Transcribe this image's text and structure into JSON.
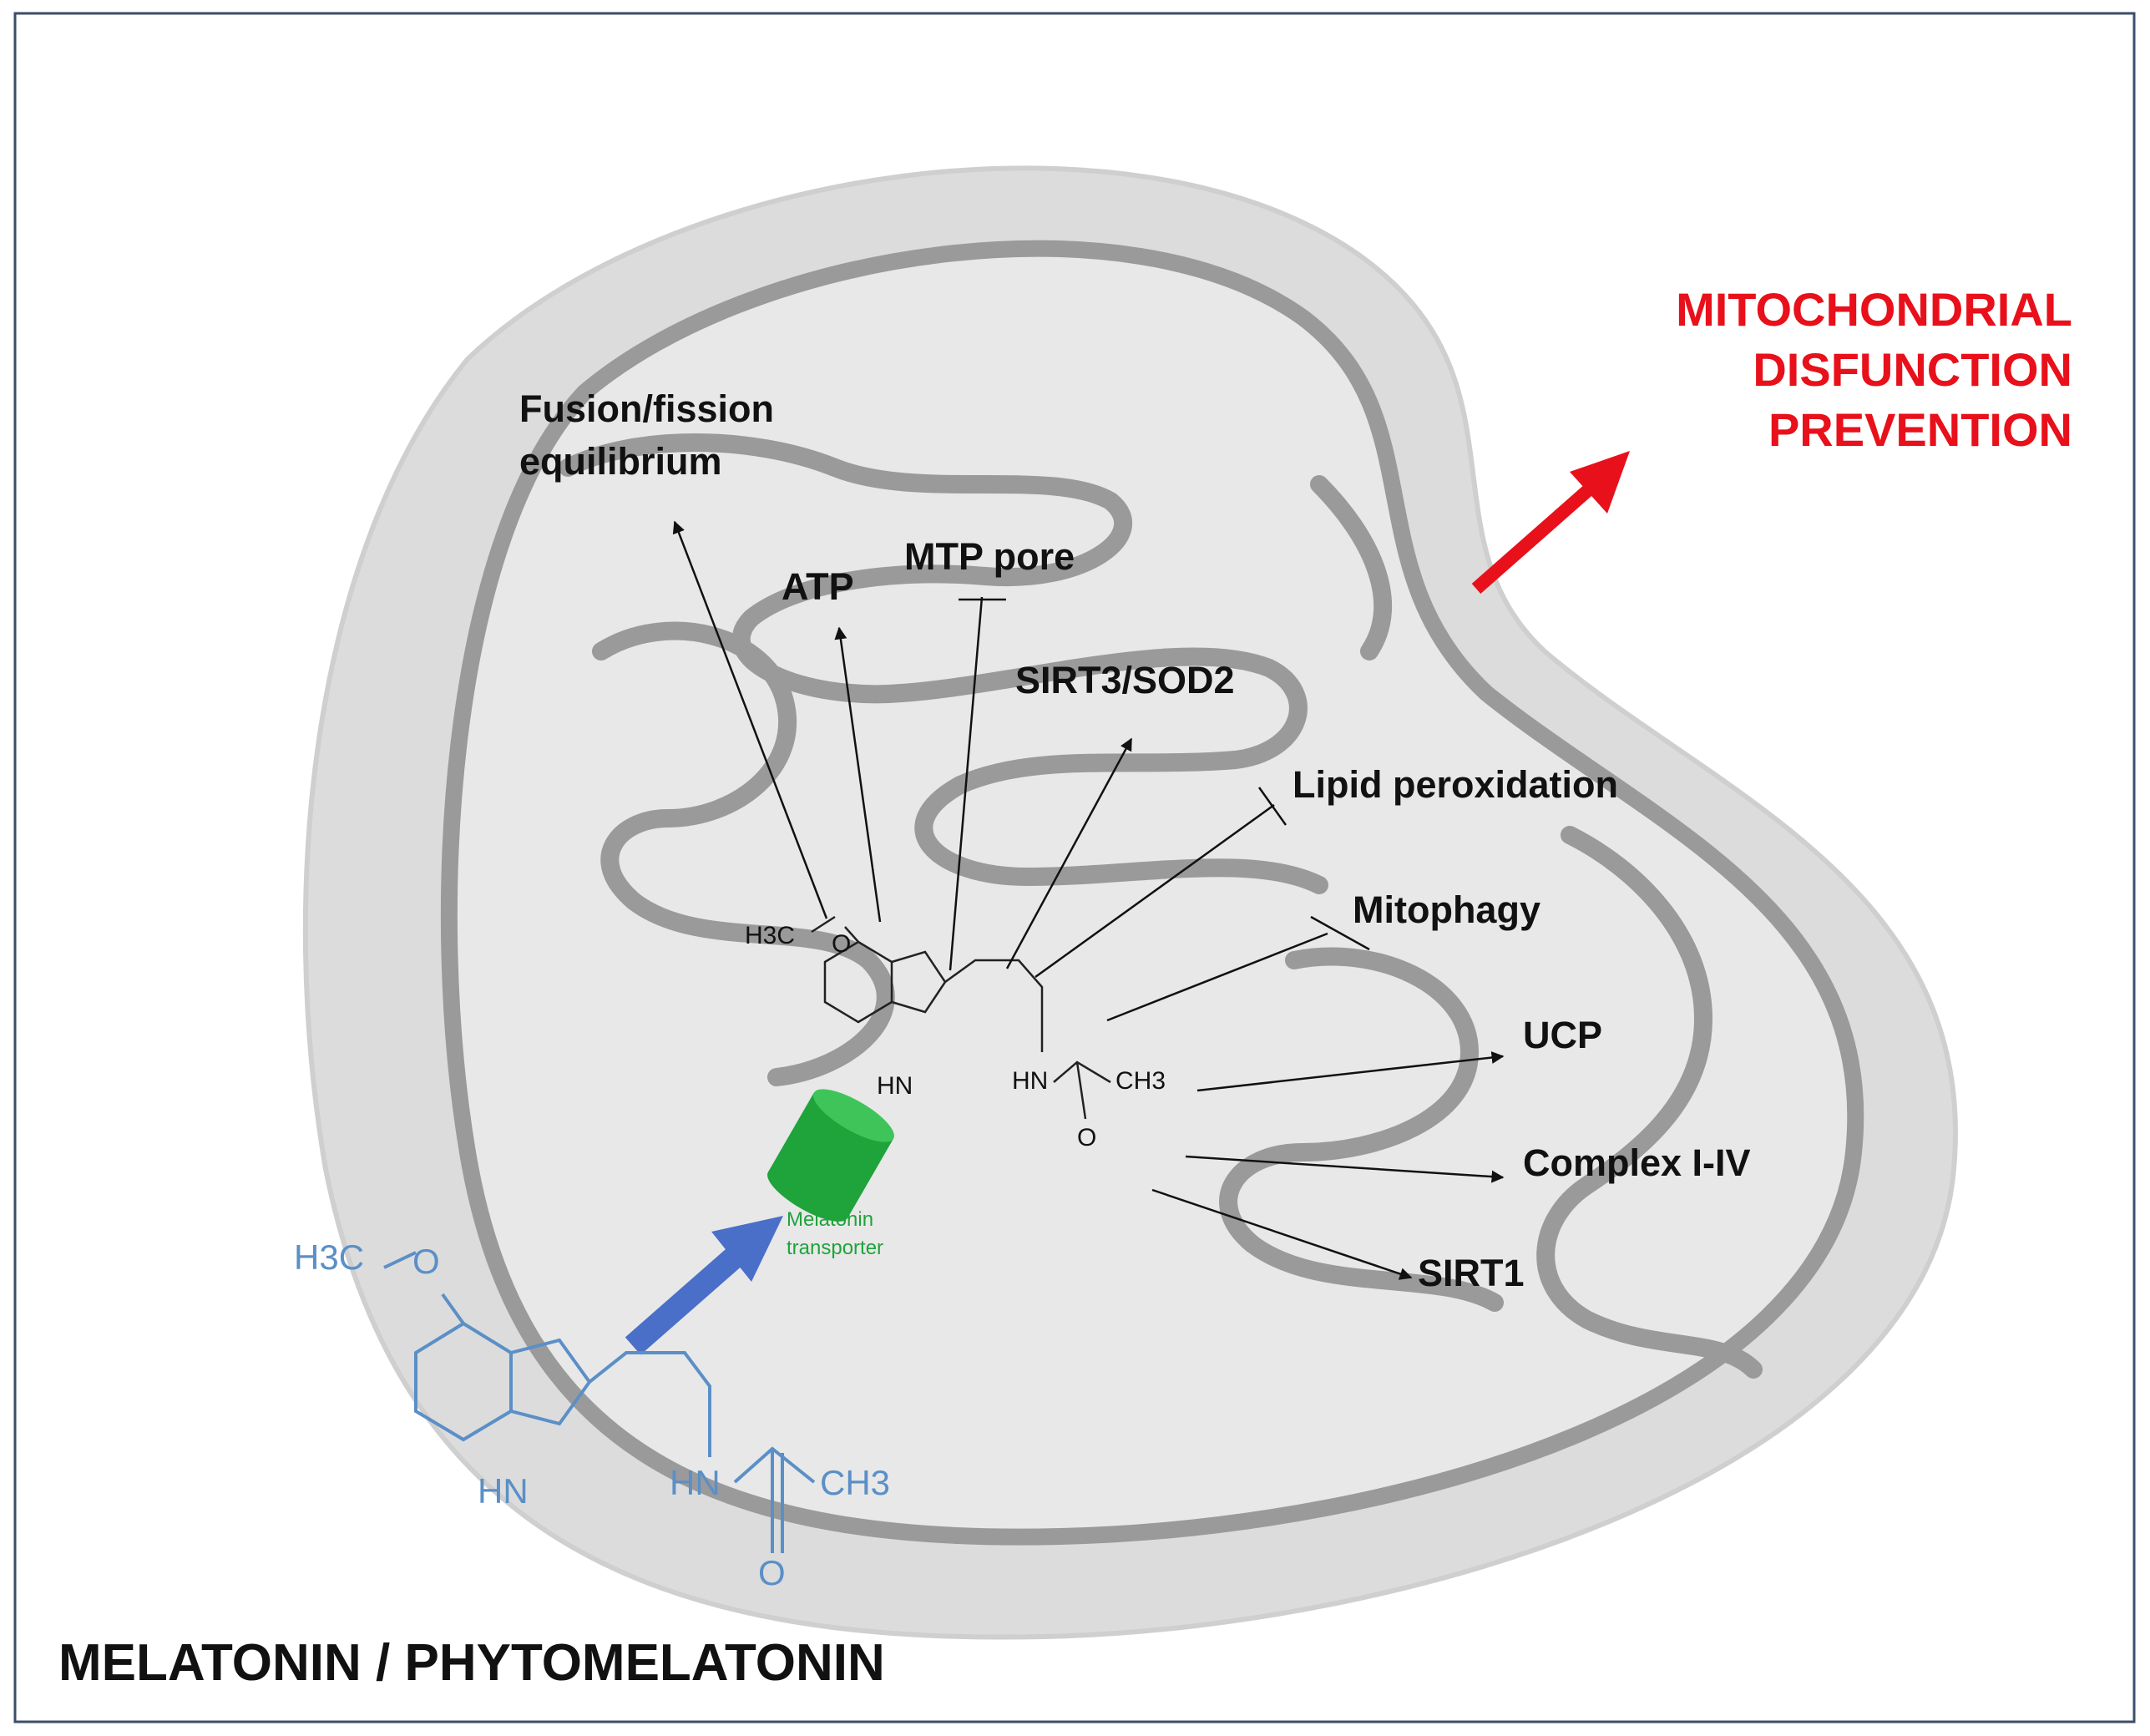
{
  "colors": {
    "border": "#3b4e6a",
    "mito_outer": "#dadada",
    "mito_body": "#e9e9e9",
    "cristae": "#9a9a9a",
    "effect_text": "#111111",
    "outcome": "#e8101a",
    "melatonin": "#5b8fc7",
    "influx_arrow": "#4a6fc9",
    "transporter": "#1fa33b"
  },
  "effects": [
    {
      "label": "Fusion/fission",
      "type": "arrow"
    },
    {
      "label": "equilibrium",
      "type": "arrow"
    },
    {
      "label": "ATP",
      "type": "arrow"
    },
    {
      "label": "MTP pore",
      "type": "inhibit"
    },
    {
      "label": "SIRT3/SOD2",
      "type": "arrow"
    },
    {
      "label": "Lipid peroxidation",
      "type": "inhibit"
    },
    {
      "label": "Mitophagy",
      "type": "inhibit"
    },
    {
      "label": "UCP",
      "type": "arrow"
    },
    {
      "label": "Complex I-IV",
      "type": "arrow"
    },
    {
      "label": "SIRT1",
      "type": "arrow"
    }
  ],
  "outcome": {
    "lines": [
      "MITOCHONDRIAL",
      "DISFUNCTION",
      "PREVENTION"
    ]
  },
  "transporter": {
    "label_line1": "Melatonin",
    "label_line2": "transporter"
  },
  "molecule": {
    "methoxy": "H3C",
    "oxygen": "O",
    "indole_nh": "HN",
    "amide_nh": "HN",
    "methyl": "CH3",
    "carbonyl_o": "O"
  },
  "caption": "MELATONIN / PHYTOMELATONIN"
}
